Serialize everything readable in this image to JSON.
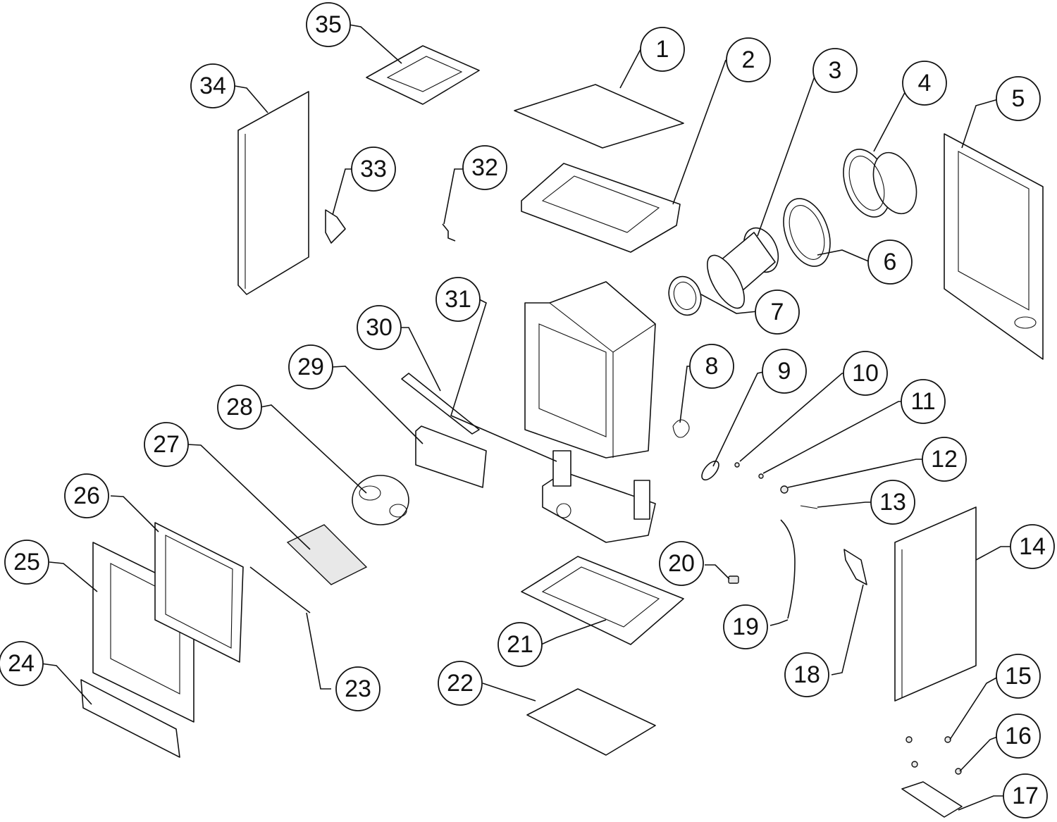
{
  "diagram": {
    "type": "exploded-parts-diagram",
    "callouts": [
      {
        "id": "1",
        "label": "1"
      },
      {
        "id": "2",
        "label": "2"
      },
      {
        "id": "3",
        "label": "3"
      },
      {
        "id": "4",
        "label": "4"
      },
      {
        "id": "5",
        "label": "5"
      },
      {
        "id": "6",
        "label": "6"
      },
      {
        "id": "7",
        "label": "7"
      },
      {
        "id": "8",
        "label": "8"
      },
      {
        "id": "9",
        "label": "9"
      },
      {
        "id": "10",
        "label": "10"
      },
      {
        "id": "11",
        "label": "11"
      },
      {
        "id": "12",
        "label": "12"
      },
      {
        "id": "13",
        "label": "13"
      },
      {
        "id": "14",
        "label": "14"
      },
      {
        "id": "15",
        "label": "15"
      },
      {
        "id": "16",
        "label": "16"
      },
      {
        "id": "17",
        "label": "17"
      },
      {
        "id": "18",
        "label": "18"
      },
      {
        "id": "19",
        "label": "19"
      },
      {
        "id": "20",
        "label": "20"
      },
      {
        "id": "21",
        "label": "21"
      },
      {
        "id": "22",
        "label": "22"
      },
      {
        "id": "23",
        "label": "23"
      },
      {
        "id": "24",
        "label": "24"
      },
      {
        "id": "25",
        "label": "25"
      },
      {
        "id": "26",
        "label": "26"
      },
      {
        "id": "27",
        "label": "27"
      },
      {
        "id": "28",
        "label": "28"
      },
      {
        "id": "29",
        "label": "29"
      },
      {
        "id": "30",
        "label": "30"
      },
      {
        "id": "31",
        "label": "31"
      },
      {
        "id": "32",
        "label": "32"
      },
      {
        "id": "33",
        "label": "33"
      },
      {
        "id": "34",
        "label": "34"
      },
      {
        "id": "35",
        "label": "35"
      }
    ]
  }
}
